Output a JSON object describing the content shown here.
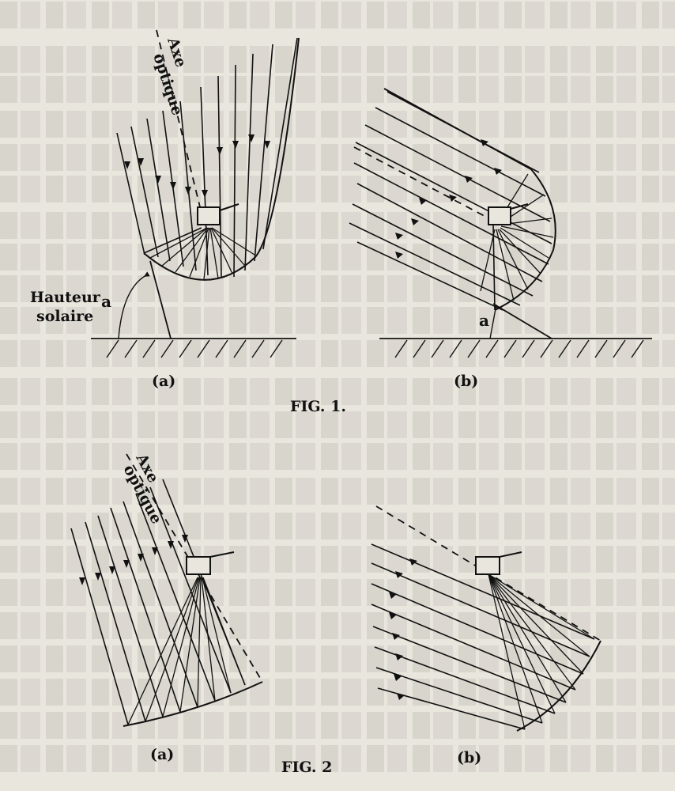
{
  "fig1": {
    "caption": "FIG. 1.",
    "panel_a": {
      "tag": "(a)",
      "axis_label_line1": "Axe",
      "axis_label_line2": "optique",
      "sun_label_line1": "Hauteur",
      "sun_label_line2": "solaire",
      "angle_label": "a"
    },
    "panel_b": {
      "tag": "(b)",
      "angle_label": "a"
    }
  },
  "fig2": {
    "caption": "FIG. 2",
    "panel_a": {
      "tag": "(a)",
      "axis_label_line1": "Axe",
      "axis_label_line2": "optique"
    },
    "panel_b": {
      "tag": "(b)"
    }
  },
  "colors": {
    "paper": "#e9e6de",
    "ink": "#111111"
  }
}
